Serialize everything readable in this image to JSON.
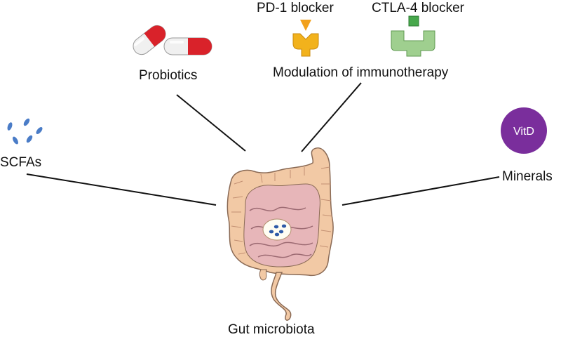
{
  "labels": {
    "pd1": "PD-1 blocker",
    "ctla4": "CTLA-4 blocker",
    "probiotics": "Probiotics",
    "modulation": "Modulation of immunotherapy",
    "scfas": "SCFAs",
    "minerals": "Minerals",
    "gut": "Gut microbiota",
    "vitd": "VitD"
  },
  "colors": {
    "pill_red": "#d9222a",
    "pd1_gold": "#f2b21c",
    "ctla4_green": "#9fcf8f",
    "ctla4_square": "#47a84c",
    "scfa_blue": "#4a7cc7",
    "vitd_purple": "#7a2e9c",
    "colon": "#f2c9a5",
    "small_intestine": "#d9a7ae",
    "bacteria": "#2e5aa7"
  },
  "icons": [
    "pill-icon",
    "pd1-blocker-icon",
    "ctla4-blocker-icon",
    "scfa-molecules-icon",
    "vitd-circle-icon",
    "intestine-icon",
    "bacteria-icon"
  ]
}
